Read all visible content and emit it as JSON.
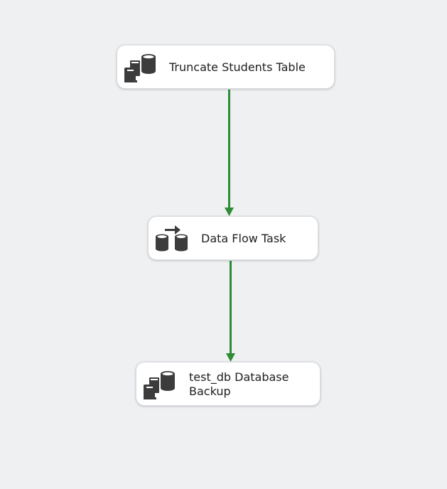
{
  "tasks": [
    {
      "label": "Truncate Students Table",
      "icon": "execute-sql-task-icon"
    },
    {
      "label": "Data Flow Task",
      "icon": "data-flow-task-icon"
    },
    {
      "label": "test_db Database\nBackup",
      "icon": "execute-sql-task-icon"
    }
  ],
  "connector_color": "#2e8b36",
  "colors": {
    "canvas": "#eef0f2",
    "task_background": "#ffffff",
    "icon": "#3c3c3c"
  }
}
